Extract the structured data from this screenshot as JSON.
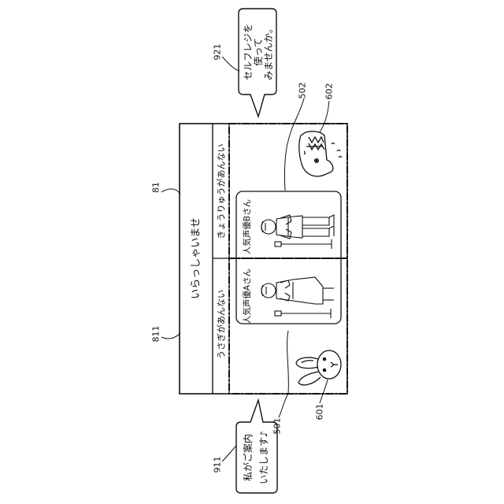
{
  "refs": {
    "screen": "81",
    "greeting_area": "811",
    "left_area": "501",
    "right_area": "502",
    "rabbit": "601",
    "dinosaur": "602",
    "left_bubble": "911",
    "right_bubble": "921"
  },
  "screen": {
    "greeting": "いらっしゃいませ",
    "left_title": "うさぎがあんない",
    "right_title": "きょうりゅうがあんない",
    "left_person_label": "人気声優Aさん",
    "right_person_label": "人気声優Bさん"
  },
  "bubbles": {
    "left_line1": "私がご案内",
    "left_line2": "いたします♪",
    "right_line1": "セルフレジを",
    "right_line2": "使って",
    "right_line3": "みませんか。"
  }
}
